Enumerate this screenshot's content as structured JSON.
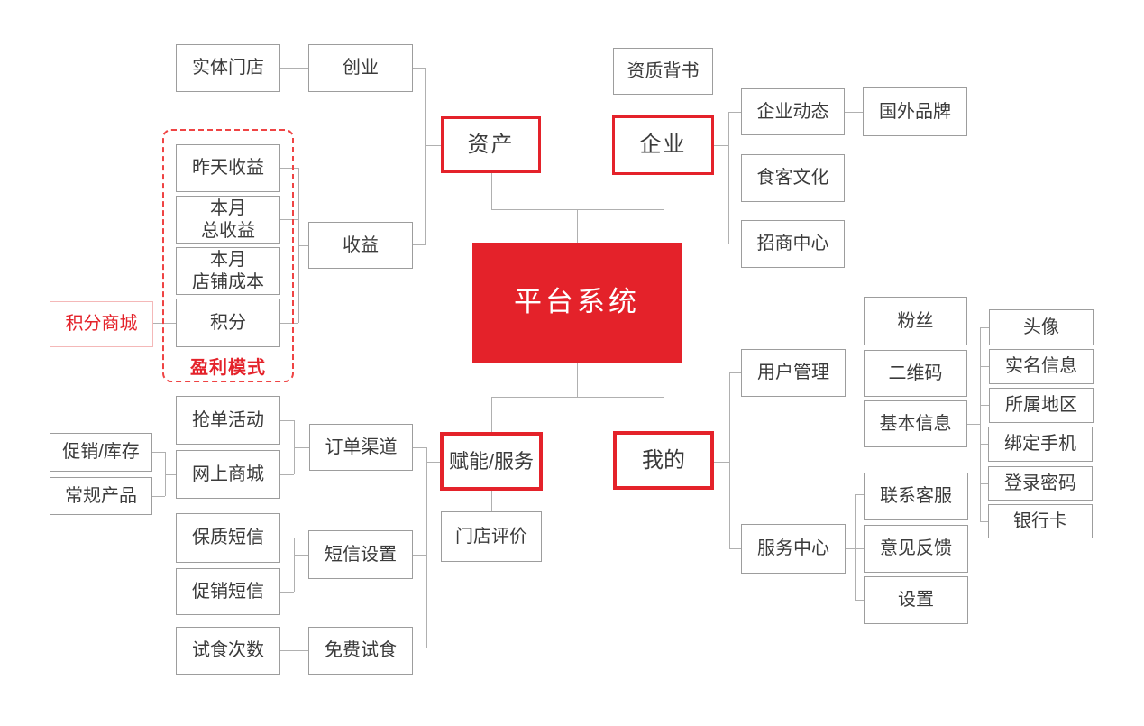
{
  "diagram": {
    "type": "mindmap",
    "center_label": "平台系统"
  },
  "colors": {
    "primary_red": "#e4222a",
    "box_border_gray": "#9d9d9d",
    "connector_gray": "#b0b0b0",
    "text_dark": "#3b3b3b",
    "points_mall_border": "#f4b8b8",
    "dashed_region_red": "#ef4444"
  },
  "annotations": {
    "profit_model": "盈利模式"
  },
  "nodes": {
    "platform": {
      "label": "平台系统"
    },
    "assets": {
      "label": "资产"
    },
    "enterprise": {
      "label": "企业"
    },
    "empower_service": {
      "label": "赋能/服务"
    },
    "mine": {
      "label": "我的"
    },
    "physical_store": {
      "label": "实体门店"
    },
    "startup": {
      "label": "创业"
    },
    "qualification": {
      "label": "资质背书"
    },
    "enterprise_news": {
      "label": "企业动态"
    },
    "foreign_brands": {
      "label": "国外品牌"
    },
    "diner_culture": {
      "label": "食客文化"
    },
    "investment_center": {
      "label": "招商中心"
    },
    "yesterday_earnings": {
      "label": "昨天收益"
    },
    "month_total_earnings": {
      "label": "本月\n总收益"
    },
    "month_store_cost": {
      "label": "本月\n店铺成本"
    },
    "points": {
      "label": "积分"
    },
    "earnings": {
      "label": "收益"
    },
    "points_mall": {
      "label": "积分商城"
    },
    "promo_inventory": {
      "label": "促销/库存"
    },
    "regular_products": {
      "label": "常规产品"
    },
    "order_grab": {
      "label": "抢单活动"
    },
    "online_mall": {
      "label": "网上商城"
    },
    "order_channels": {
      "label": "订单渠道"
    },
    "store_reviews": {
      "label": "门店评价"
    },
    "shelf_life_sms": {
      "label": "保质短信"
    },
    "promo_sms": {
      "label": "促销短信"
    },
    "sms_settings": {
      "label": "短信设置"
    },
    "trial_count": {
      "label": "试食次数"
    },
    "free_trial": {
      "label": "免费试食"
    },
    "user_management": {
      "label": "用户管理"
    },
    "service_center": {
      "label": "服务中心"
    },
    "fans": {
      "label": "粉丝"
    },
    "qr_code": {
      "label": "二维码"
    },
    "basic_info": {
      "label": "基本信息"
    },
    "avatar": {
      "label": "头像"
    },
    "real_name_info": {
      "label": "实名信息"
    },
    "region": {
      "label": "所属地区"
    },
    "bind_phone": {
      "label": "绑定手机"
    },
    "login_password": {
      "label": "登录密码"
    },
    "bank_card": {
      "label": "银行卡"
    },
    "contact_support": {
      "label": "联系客服"
    },
    "feedback": {
      "label": "意见反馈"
    },
    "settings": {
      "label": "设置"
    }
  }
}
